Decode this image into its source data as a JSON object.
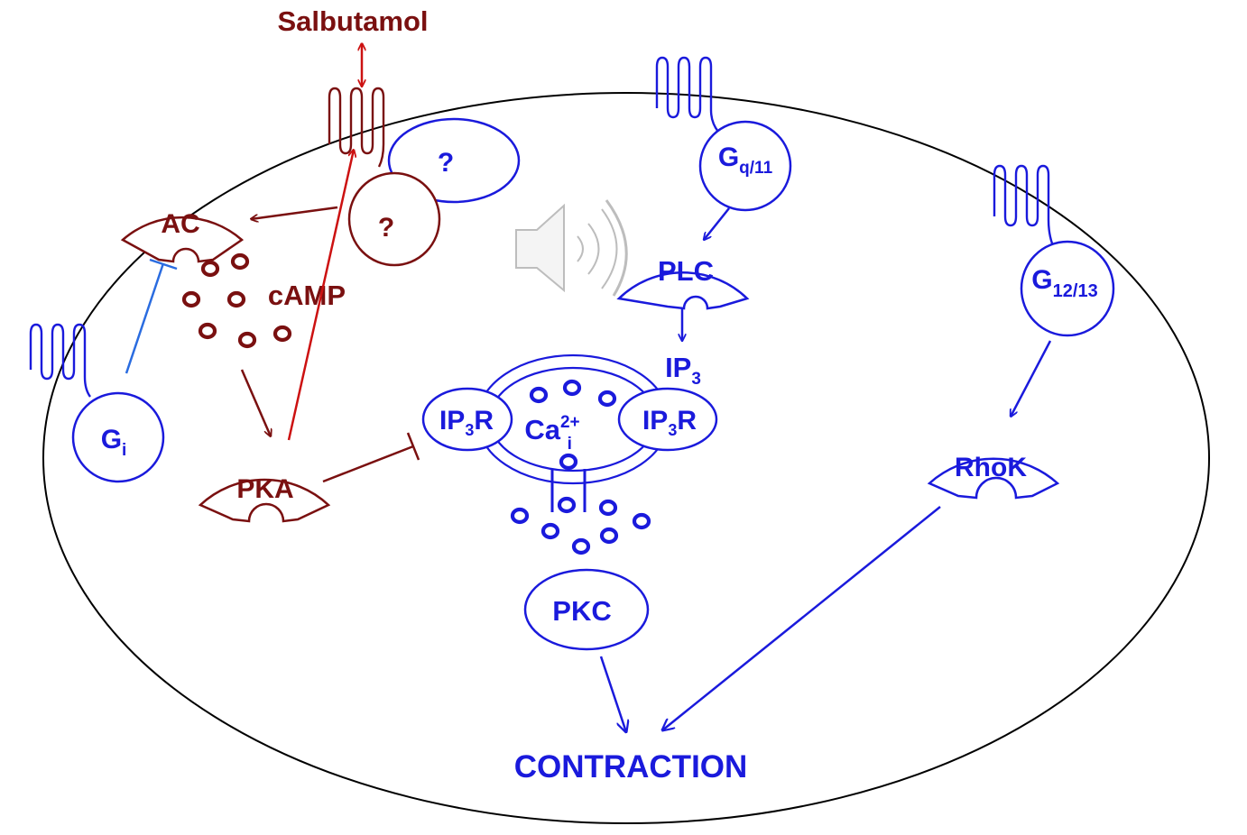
{
  "colors": {
    "red": "#7a1010",
    "brightred": "#cc1111",
    "blue": "#1a1adc",
    "lightblue": "#2a6ce0",
    "black": "#000000",
    "gray": "#bdbdbd"
  },
  "drug": {
    "label": "Salbutamol"
  },
  "unknowns": {
    "a": "?",
    "b": "?"
  },
  "enzymes": {
    "ac": "AC",
    "pka": "PKA",
    "plc": "PLC",
    "rhok": "RhoK",
    "pkc": "PKC"
  },
  "messengers": {
    "camp": "cAMP",
    "ip3": {
      "base": "IP",
      "sub": "3"
    },
    "ca": {
      "base": "Ca",
      "sup": "2+",
      "sub": "i"
    }
  },
  "gproteins": {
    "gq": {
      "base": "G",
      "sub": "q/11"
    },
    "g12": {
      "base": "G",
      "sub": "12/13"
    },
    "gi": {
      "base": "G",
      "sub": "i"
    }
  },
  "receptors": {
    "left": {
      "base": "IP",
      "sub": "3",
      "tail": "R"
    },
    "right": {
      "base": "IP",
      "sub": "3",
      "tail": "R"
    }
  },
  "outcome": {
    "label": "CONTRACTION"
  },
  "icons": {
    "speaker": "speaker-icon"
  }
}
